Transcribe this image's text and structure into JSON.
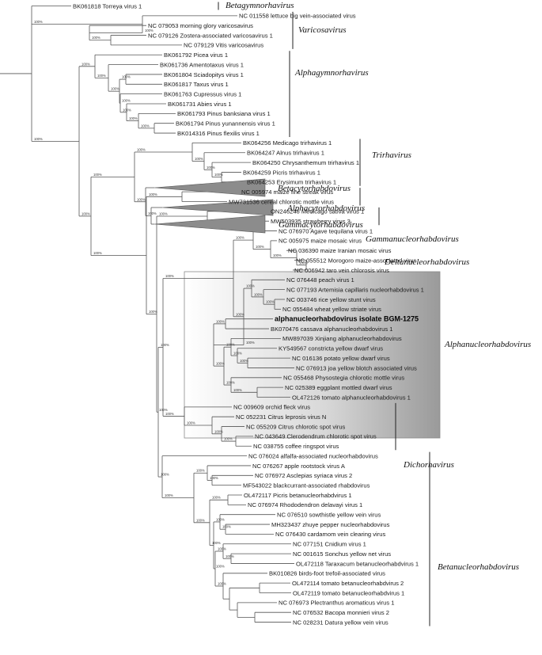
{
  "tree": {
    "leaves": [
      "BK061818 Torreya virus 1",
      "NC 011558 lettuce big vein-associated virus",
      "NC 079053 morning glory varicosavirus",
      "NC 079126 Zostera-associated varicosavirus 1",
      "NC 079129 Vitis varicosavirus",
      "BK061792 Picea virus 1",
      "BK061736 Amentotaxus virus 1",
      "BK061804 Sciadopitys virus 1",
      "BK061817 Taxus virus 1",
      "BK061763 Cupressus virus 1",
      "BK061731 Abies virus 1",
      "BK061793 Pinus banksiana virus 1",
      "BK061794 Pinus yunannensis virus 1",
      "BK014316 Pinus flexilis virus 1",
      "BK064256 Medicago trirhavirus 1",
      "BK064247 Alnus trirhavirus 1",
      "BK064250 Chrysanthemum trirhavirus 1",
      "BK064259 Picris trirhavirus 1",
      "BK064253 Erysimum trirhavirus 1",
      "NC 005974 maize fine streak virus",
      "MW731536 cereal chlorotic mottle virus",
      "ON246246 Medicago sativa virus 1",
      "MW503935 strawberry virus 3",
      "NC 076970 Agave tequilana virus 1",
      "NC 005975 maize mosaic virus",
      "NC 036390 maize Iranian mosaic virus",
      "NC 055512 Morogoro maize-associated virus",
      "NC 006942 taro vein chlorosis virus",
      "NC 076448 peach virus 1",
      "NC 077193 Artemisia capillaris nucleorhabdovirus 1",
      "NC 003746 rice yellow stunt virus",
      "NC 055484 wheat yellow striate virus",
      "alphanucleorhabdovirus isolate BGM-1275",
      "BK070476 cassava alphanucleorhabdovirus 1",
      "MW897039 Xinjiang alphanucleorhabdovirus",
      "KY549567 constricta yellow dwarf virus",
      "NC 016136 potato yellow dwarf virus",
      "NC 076913 joa yellow blotch associated virus",
      "NC 055468 Physostegia chlorotic mottle virus",
      "NC 025389 eggplant mottled dwarf virus",
      "OL472126 tomato alphanucleorhabdovirus 1",
      "NC 009609 orchid fleck virus",
      "NC 052231 Citrus leprosis virus N",
      "NC 055209 Citrus chlorotic spot virus",
      "NC 043649 Clerodendrum chlorotic spot virus",
      "NC 038755 coffee ringspot virus",
      "NC 076024 alfalfa-associated nucleorhabdovirus",
      "NC 076267 apple rootstock virus A",
      "NC 076972 Asclepias syriaca virus 2",
      "MF543022 blackcurrant-associated rhabdovirus",
      "OL472117 Picris betanucleorhabdvirus 1",
      "NC 076974 Rhododendron delavayi virus 1",
      "NC 076510 sowthistle yellow vein virus",
      "MH323437 zhuye pepper nucleorhabdovirus",
      "NC 076430 cardamom vein clearing virus",
      "NC 077151 Cnidium virus 1",
      "NC 001615 Sonchus yellow net virus",
      "OL472118 Taraxacum betanucleorhabdvirus 1",
      "BK010826 birds-foot trefoil-associated virus",
      "OL472114 tomato betanucleorhabdvirus 2",
      "OL472119 tomato betanucleorhabdvirus 1",
      "NC 076973 Plectranthus aromaticus virus 1",
      "NC 076532 Bacopa monnieri virus 2",
      "NC 028231 Datura yellow vein virus"
    ],
    "highlighted_leaf": "alphanucleorhabdovirus isolate BGM-1275",
    "collapsed_clades": [
      "Betacytorhabdovirus",
      "Alphacytorhabdovirus",
      "Gammacytorhabdovirus"
    ],
    "clade_labels": [
      "Betagymnorhavirus",
      "Varicosavirus",
      "Alphagymnorhavirus",
      "Trirhavirus",
      "Betacytorhabdovirus",
      "Alphacytorhabdovirus",
      "Gammacytorhabdovirus",
      "Gammanucleorhabdovirus",
      "Deltanucleorhabdovirus",
      "Alphanucleorhabdovirus",
      "Dichorhavirus",
      "Betanucleorhabdovirus"
    ],
    "bootstrap_label": "100%",
    "bootstrap_count": 60,
    "colors": {
      "branch": "#555555",
      "collapsed_fill": "#8c8c8c",
      "highlight_gradient_start": "#ffffff",
      "highlight_gradient_end": "#9a9a9a",
      "text": "#1a1a1a"
    }
  }
}
